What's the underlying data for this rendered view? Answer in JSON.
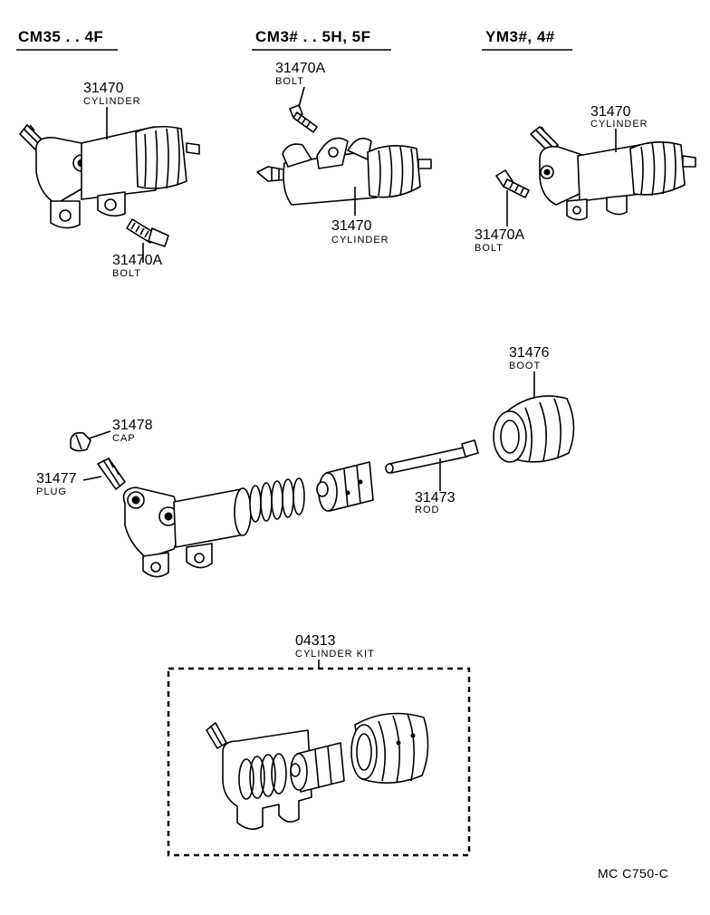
{
  "headers": {
    "group_a": "CM35 . . 4F",
    "group_b": "CM3# . . 5H, 5F",
    "group_c": "YM3#, 4#"
  },
  "group_a": {
    "cylinder": {
      "number": "31470",
      "name": "CYLINDER"
    },
    "bolt": {
      "number": "31470A",
      "name": "BOLT"
    }
  },
  "group_b": {
    "bolt": {
      "number": "31470A",
      "name": "BOLT"
    },
    "cylinder": {
      "number": "31470",
      "name": "CYLINDER"
    }
  },
  "group_c": {
    "cylinder": {
      "number": "31470",
      "name": "CYLINDER"
    },
    "bolt": {
      "number": "31470A",
      "name": "BOLT"
    }
  },
  "exploded": {
    "boot": {
      "number": "31476",
      "name": "BOOT"
    },
    "cap": {
      "number": "31478",
      "name": "CAP"
    },
    "plug": {
      "number": "31477",
      "name": "PLUG"
    },
    "rod": {
      "number": "31473",
      "name": "ROD"
    }
  },
  "kit": {
    "number": "04313",
    "name": "CYLINDER KIT"
  },
  "footer": {
    "code": "MC  C750-C"
  }
}
